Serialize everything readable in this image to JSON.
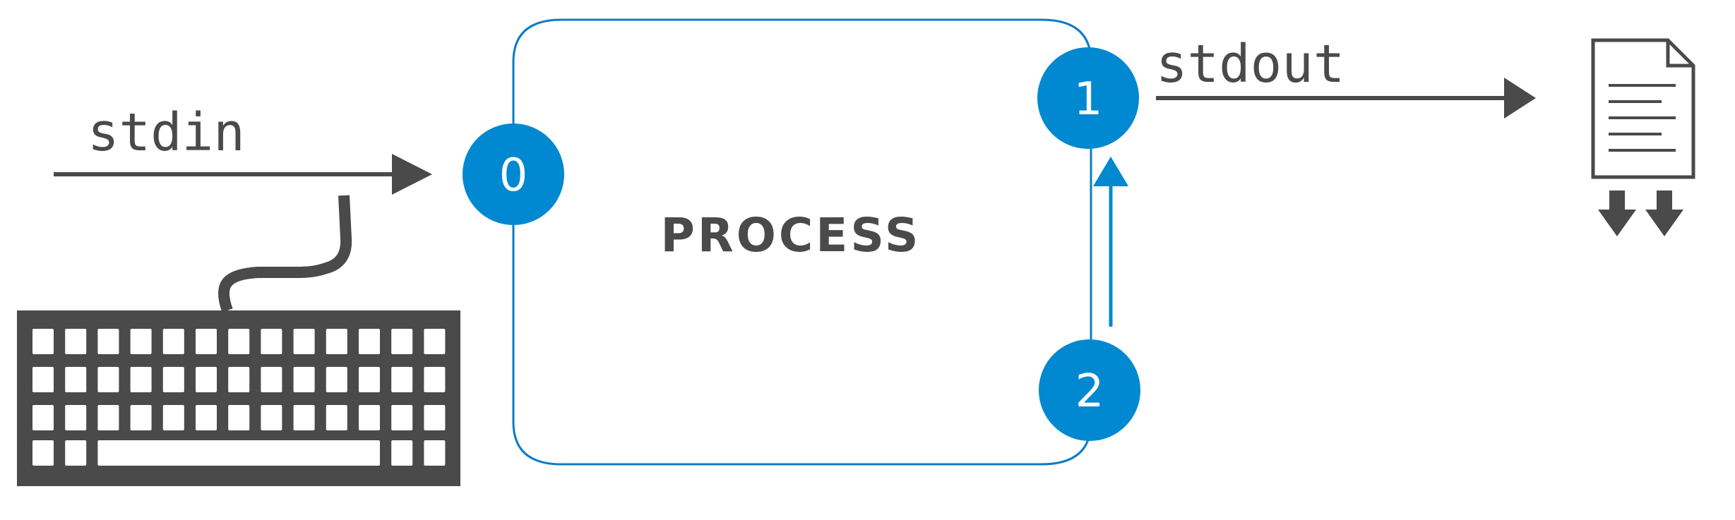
{
  "diagram": {
    "process_label": "PROCESS",
    "streams": {
      "stdin": "stdin",
      "stdout": "stdout"
    },
    "descriptors": {
      "fd0": "0",
      "fd1": "1",
      "fd2": "2"
    },
    "icons": {
      "input_device": "keyboard-icon",
      "output_target": "document-icon",
      "save_indicator": "download-arrows-icon"
    },
    "colors": {
      "accent": "#0088d1",
      "outline": "#0a7cc7",
      "ink": "#4a4a4a",
      "background": "#ffffff"
    }
  }
}
